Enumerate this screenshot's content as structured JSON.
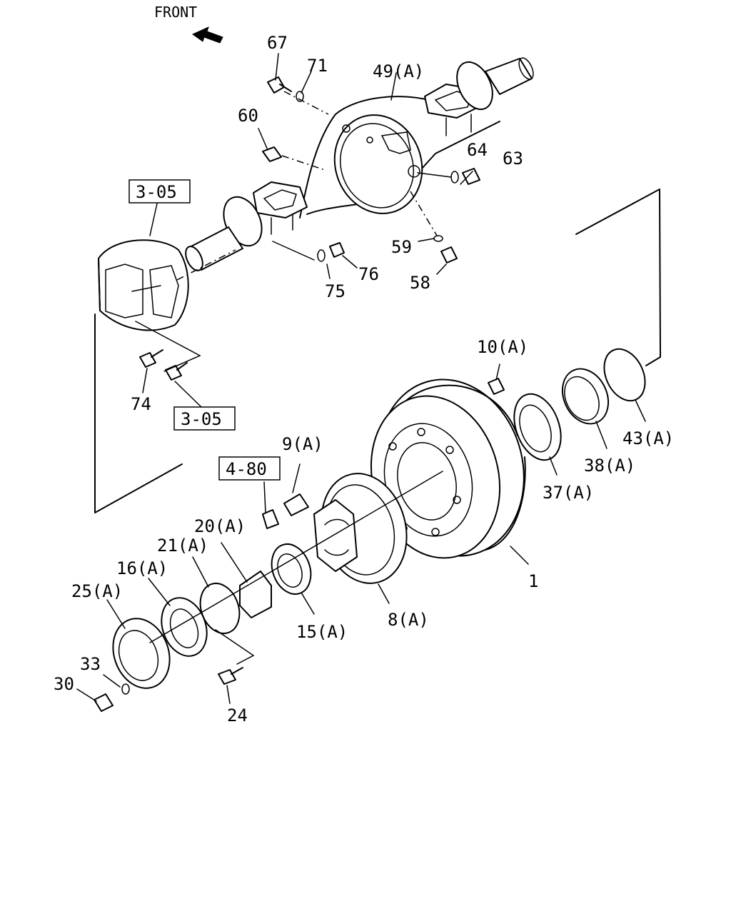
{
  "front_label": "FRONT",
  "ref_boxes": [
    "3-05",
    "3-05",
    "4-80"
  ],
  "labels": [
    "67",
    "71",
    "49(A)",
    "60",
    "64",
    "63",
    "59",
    "58",
    "76",
    "75",
    "74",
    "10(A)",
    "43(A)",
    "38(A)",
    "37(A)",
    "9(A)",
    "1",
    "20(A)",
    "21(A)",
    "16(A)",
    "25(A)",
    "8(A)",
    "15(A)",
    "33",
    "30",
    "24"
  ]
}
